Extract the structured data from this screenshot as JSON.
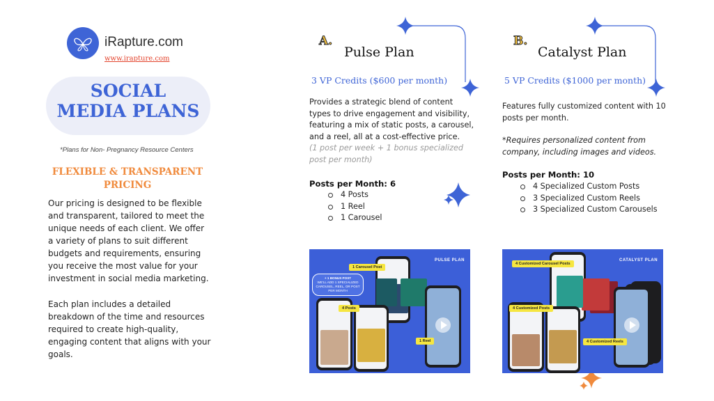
{
  "brand": {
    "name": "iRapture.com",
    "url": "www.irapture.com",
    "logo_icon": "butterfly-icon",
    "colors": {
      "primary": "#3e64d6",
      "accent": "#f08a3c",
      "url": "#e3422b",
      "highlight": "#f6c23d"
    }
  },
  "left": {
    "title_line1": "SOCIAL",
    "title_line2": "MEDIA PLANS",
    "note": "*Plans for Non- Pregnancy Resource Centers",
    "heading_line1": "FLEXIBLE & TRANSPARENT",
    "heading_line2": "PRICING",
    "paragraph1": "Our pricing is designed to be flexible and transparent, tailored to meet the unique needs of each client. We offer a variety of plans to suit different budgets and requirements, ensuring you receive the most value for your investment in social media marketing.",
    "paragraph2": "Each plan includes a detailed breakdown of the time and resources required to create high-quality, engaging content that aligns with your goals."
  },
  "plans": [
    {
      "letter": "A.",
      "name": "Pulse Plan",
      "credits": "3 VP Credits ($600 per month)",
      "description": "Provides a strategic blend of content types to drive engagement and visibility, featuring a mix of static posts, a carousel, and a reel, all at a cost-effective price.",
      "note": "(1 post per week + 1 bonus specialized post per month)",
      "posts_heading": "Posts per Month: 6",
      "items": [
        "4 Posts",
        "1 Reel",
        "1 Carousel"
      ],
      "image": {
        "label": "PULSE PLAN",
        "tags": [
          "1 Carousel Post",
          "4 Posts",
          "1 Reel"
        ],
        "bonus_title": "+ 1 BONUS POST",
        "bonus_text": "WE'LL ADD 1 SPECIALIZED CAROUSEL, REEL, OR POST PER MONTH"
      }
    },
    {
      "letter": "B.",
      "name": "Catalyst Plan",
      "credits": "5 VP Credits ($1000 per month)",
      "description": "Features fully customized content with 10 posts per month.",
      "note": "*Requires personalized content from company, including images and videos.",
      "posts_heading": "Posts per Month: 10",
      "items": [
        "4 Specialized Custom Posts",
        "3 Specialized Custom Reels",
        "3 Specialized Custom Carousels"
      ],
      "image": {
        "label": "CATALYST PLAN",
        "tags": [
          "4 Customized Carousel Posts",
          "4 Customized Posts",
          "4 Customized Reels"
        ]
      }
    }
  ]
}
